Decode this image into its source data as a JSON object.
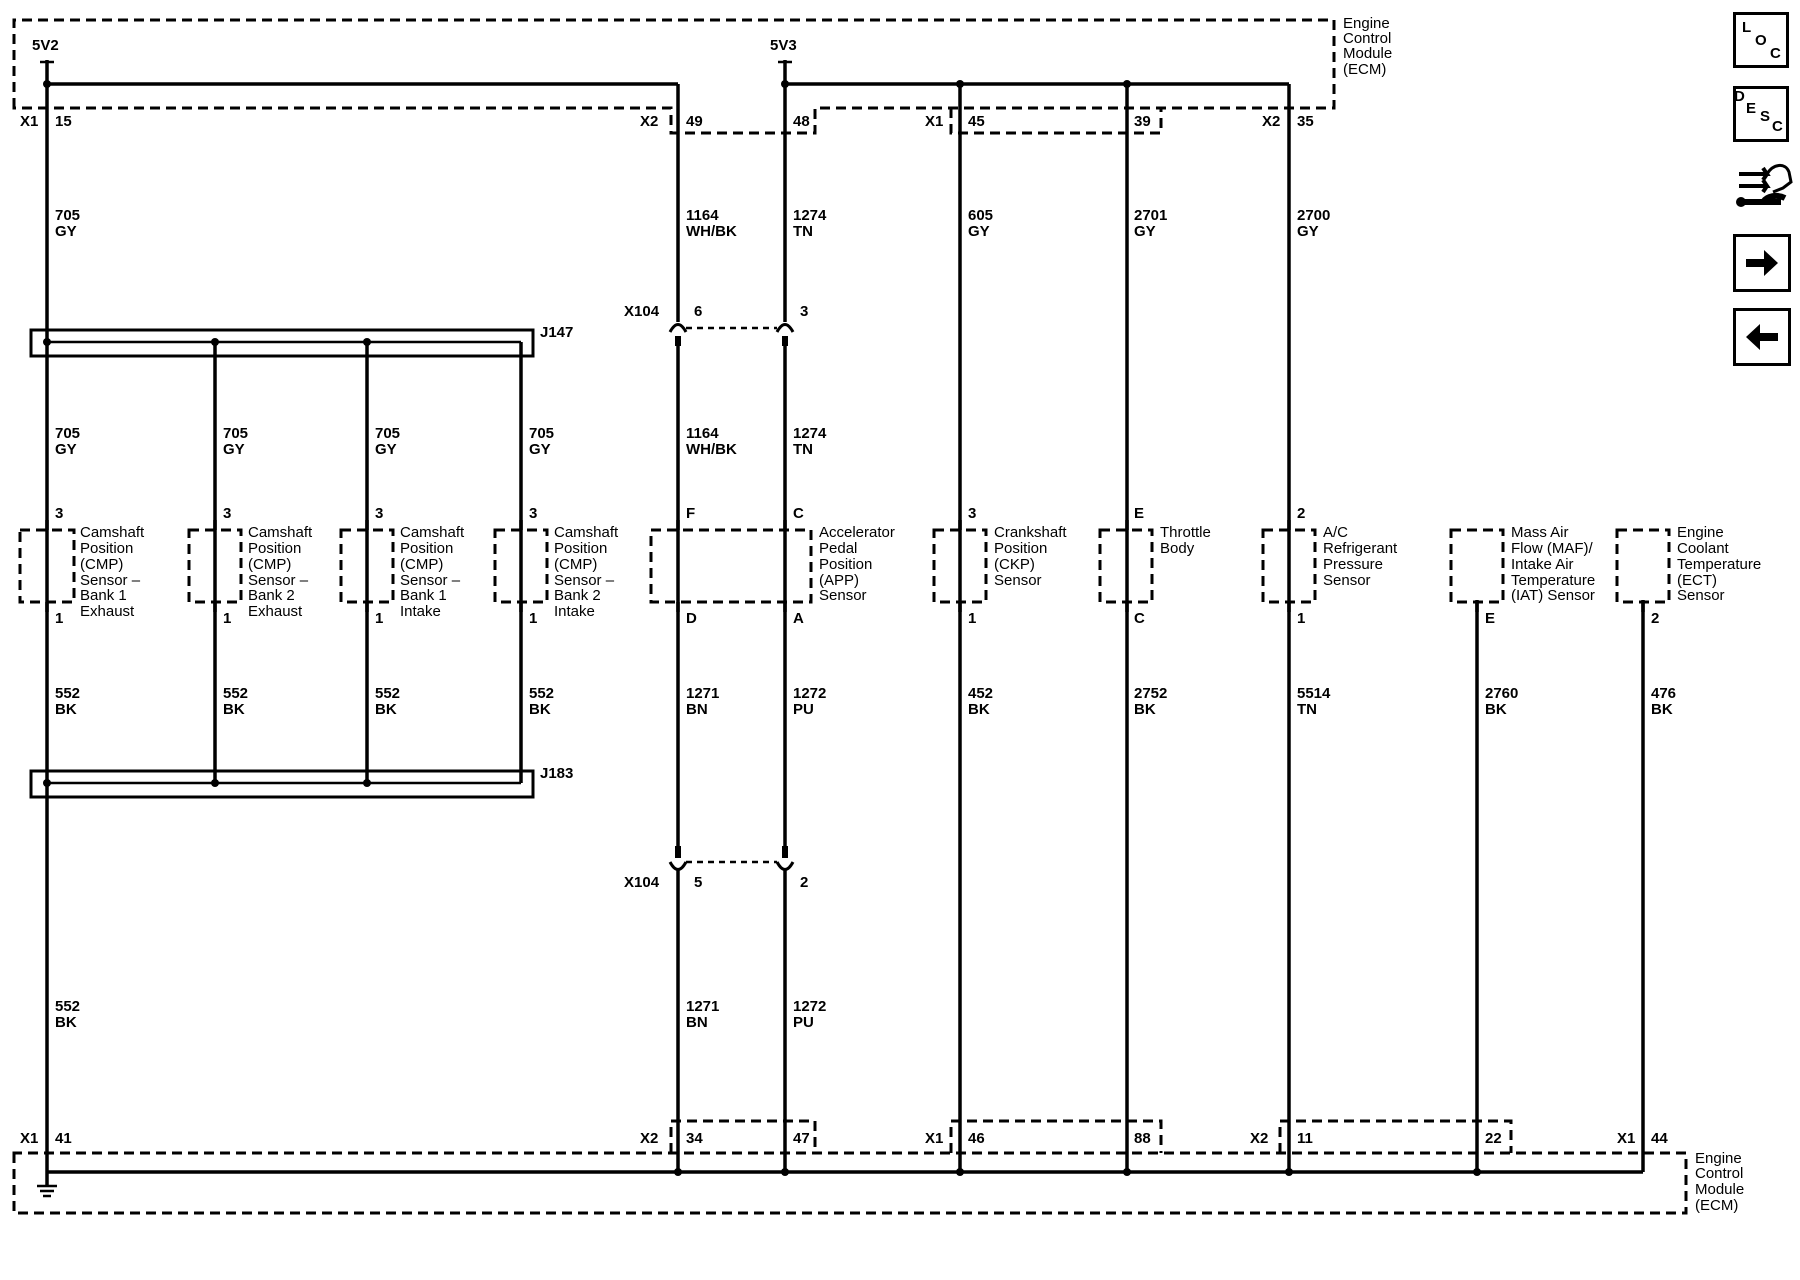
{
  "ecm": {
    "name_lines": [
      "Engine",
      "Control",
      "Module",
      "(ECM)"
    ]
  },
  "power": {
    "left": "5V2",
    "right": "5V3"
  },
  "splices": {
    "top": "J147",
    "bottom": "J183"
  },
  "inline_connector": "X104",
  "top_pins": [
    {
      "conn": "X1",
      "pin": "15"
    },
    {
      "conn": "X2",
      "pin": "49"
    },
    {
      "conn": "",
      "pin": "48"
    },
    {
      "conn": "X1",
      "pin": "45"
    },
    {
      "conn": "",
      "pin": "39"
    },
    {
      "conn": "X2",
      "pin": "35"
    }
  ],
  "bottom_pins": [
    {
      "conn": "X1",
      "pin": "41"
    },
    {
      "conn": "X2",
      "pin": "34"
    },
    {
      "conn": "",
      "pin": "47"
    },
    {
      "conn": "X1",
      "pin": "46"
    },
    {
      "conn": "",
      "pin": "88"
    },
    {
      "conn": "X2",
      "pin": "11"
    },
    {
      "conn": "",
      "pin": "22"
    },
    {
      "conn": "X1",
      "pin": "44"
    }
  ],
  "x104_pins": {
    "top_left": "6",
    "top_right": "3",
    "bottom_left": "5",
    "bottom_right": "2"
  },
  "wires": {
    "w705_main": {
      "num": "705",
      "color": "GY"
    },
    "w705_a": {
      "num": "705",
      "color": "GY"
    },
    "w705_b": {
      "num": "705",
      "color": "GY"
    },
    "w705_c": {
      "num": "705",
      "color": "GY"
    },
    "w705_d": {
      "num": "705",
      "color": "GY"
    },
    "w552_a": {
      "num": "552",
      "color": "BK"
    },
    "w552_b": {
      "num": "552",
      "color": "BK"
    },
    "w552_c": {
      "num": "552",
      "color": "BK"
    },
    "w552_d": {
      "num": "552",
      "color": "BK"
    },
    "w552_main": {
      "num": "552",
      "color": "BK"
    },
    "w1164_top": {
      "num": "1164",
      "color": "WH/BK"
    },
    "w1164_mid": {
      "num": "1164",
      "color": "WH/BK"
    },
    "w1274_top": {
      "num": "1274",
      "color": "TN"
    },
    "w1274_mid": {
      "num": "1274",
      "color": "TN"
    },
    "w1271_mid": {
      "num": "1271",
      "color": "BN"
    },
    "w1271_bot": {
      "num": "1271",
      "color": "BN"
    },
    "w1272_mid": {
      "num": "1272",
      "color": "PU"
    },
    "w1272_bot": {
      "num": "1272",
      "color": "PU"
    },
    "w605": {
      "num": "605",
      "color": "GY"
    },
    "w2701": {
      "num": "2701",
      "color": "GY"
    },
    "w2700": {
      "num": "2700",
      "color": "GY"
    },
    "w452": {
      "num": "452",
      "color": "BK"
    },
    "w2752": {
      "num": "2752",
      "color": "BK"
    },
    "w5514": {
      "num": "5514",
      "color": "TN"
    },
    "w2760": {
      "num": "2760",
      "color": "BK"
    },
    "w476": {
      "num": "476",
      "color": "BK"
    }
  },
  "components": [
    {
      "name_lines": [
        "Camshaft",
        "Position",
        "(CMP)",
        "Sensor –",
        "Bank 1",
        "Exhaust"
      ],
      "pin_top": "3",
      "pin_bottom": "1"
    },
    {
      "name_lines": [
        "Camshaft",
        "Position",
        "(CMP)",
        "Sensor –",
        "Bank 2",
        "Exhaust"
      ],
      "pin_top": "3",
      "pin_bottom": "1"
    },
    {
      "name_lines": [
        "Camshaft",
        "Position",
        "(CMP)",
        "Sensor –",
        "Bank 1",
        "Intake"
      ],
      "pin_top": "3",
      "pin_bottom": "1"
    },
    {
      "name_lines": [
        "Camshaft",
        "Position",
        "(CMP)",
        "Sensor –",
        "Bank 2",
        "Intake"
      ],
      "pin_top": "3",
      "pin_bottom": "1"
    },
    {
      "name_lines": [
        "Accelerator",
        "Pedal",
        "Position",
        "(APP)",
        "Sensor"
      ],
      "pin_top_left": "F",
      "pin_top_right": "C",
      "pin_bottom_left": "D",
      "pin_bottom_right": "A"
    },
    {
      "name_lines": [
        "Crankshaft",
        "Position",
        "(CKP)",
        "Sensor"
      ],
      "pin_top": "3",
      "pin_bottom": "1"
    },
    {
      "name_lines": [
        "Throttle",
        "Body"
      ],
      "pin_top": "E",
      "pin_bottom": "C"
    },
    {
      "name_lines": [
        "A/C",
        "Refrigerant",
        "Pressure",
        "Sensor"
      ],
      "pin_top": "2",
      "pin_bottom": "1"
    },
    {
      "name_lines": [
        "Mass Air",
        "Flow (MAF)/",
        "Intake Air",
        "Temperature",
        "(IAT) Sensor"
      ],
      "pin_bottom": "E"
    },
    {
      "name_lines": [
        "Engine",
        "Coolant",
        "Temperature",
        "(ECT)",
        "Sensor"
      ],
      "pin_bottom": "2"
    }
  ],
  "nav": {
    "loc": [
      "L",
      "O",
      "C"
    ],
    "desc": [
      "D",
      "E",
      "S",
      "C"
    ],
    "connector_icon": "connector-end-view-icon",
    "next_icon": "arrow-right-icon",
    "prev_icon": "arrow-left-icon"
  }
}
